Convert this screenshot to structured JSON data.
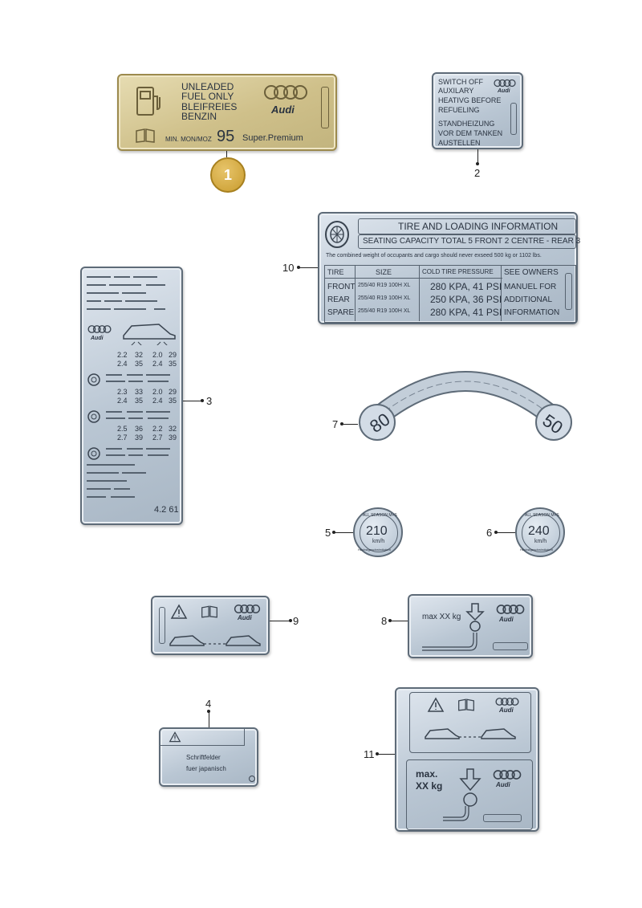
{
  "callouts": {
    "c2": "2",
    "c3": "3",
    "c4": "4",
    "c5": "5",
    "c6": "6",
    "c7": "7",
    "c8": "8",
    "c9": "9",
    "c10": "10",
    "c11": "11",
    "badge": "1"
  },
  "fuel": {
    "line1": "UNLEADED",
    "line2": "FUEL ONLY",
    "line3": "BLEIFREIES",
    "line4": "BENZIN",
    "min": "MIN. MON/MOZ",
    "octane": "95",
    "grade": "Super.Premium",
    "brand": "Audi"
  },
  "switch": {
    "l1": "SWITCH OFF",
    "l2": "AUXILARY",
    "l3": "HEATIVG BEFORE",
    "l4": "REFUELING",
    "l5": "STANDHEIZUNG",
    "l6": "VOR DEM TANKEN",
    "l7": "AUSTELLEN",
    "brand": "Audi"
  },
  "tire": {
    "title": "TIRE AND LOADING INFORMATION",
    "seating": "SEATING CAPACITY TOTAL 5 FRONT 2 CENTRE - REAR 3",
    "note": "The combined weight of occupants and cargo should never exseed 500 kg or 1102 lbs.",
    "h_tire": "TIRE",
    "h_size": "SIZE",
    "h_pressure": "COLD TIRE PRESSURE",
    "h_see": "SEE OWNERS",
    "rows": [
      {
        "tire": "FRONT",
        "size": "255/40 R19 100H XL",
        "pressure": "280 KPA, 41 PSI",
        "see": "MANUEL FOR"
      },
      {
        "tire": "REAR",
        "size": "255/40 R19 100H XL",
        "pressure": "250 KPA, 36 PSI",
        "see": "ADDITIONAL"
      },
      {
        "tire": "SPARE",
        "size": "255/40 R19 100H XL",
        "pressure": "280 KPA, 41 PSI",
        "see": "INFORMATION"
      }
    ]
  },
  "pressure_plate": {
    "brand": "Audi",
    "rows1": [
      [
        "2.2",
        "32",
        "2.0",
        "29"
      ],
      [
        "2.4",
        "35",
        "2.4",
        "35"
      ]
    ],
    "rows2": [
      [
        "2.3",
        "33",
        "2.0",
        "29"
      ],
      [
        "2.4",
        "35",
        "2.4",
        "35"
      ]
    ],
    "rows3": [
      [
        "2.5",
        "36",
        "2.2",
        "32"
      ],
      [
        "2.7",
        "39",
        "2.7",
        "39"
      ]
    ],
    "code": "4.2 61"
  },
  "speed_arc": {
    "left": "80",
    "right": "50"
  },
  "speed5": {
    "ring": "ALL SEASON M+S",
    "value": "210",
    "unit": "km/h",
    "bottom": "Höchstgeschwindigkeit"
  },
  "speed6": {
    "ring": "ALL SEASON M+S",
    "value": "240",
    "unit": "km/h",
    "bottom": "Höchstgeschwindigkeit"
  },
  "label8": {
    "text": "max XX kg",
    "brand": "Audi"
  },
  "label9": {
    "brand": "Audi"
  },
  "label4": {
    "l1": "Schriftfelder",
    "l2": "fuer japanisch"
  },
  "label11": {
    "max": "max.",
    "kg": "XX kg",
    "brand": "Audi"
  },
  "colors": {
    "plate": "#b9c6d3",
    "gold": "#cfc08a",
    "badge": "#c99c2e"
  }
}
